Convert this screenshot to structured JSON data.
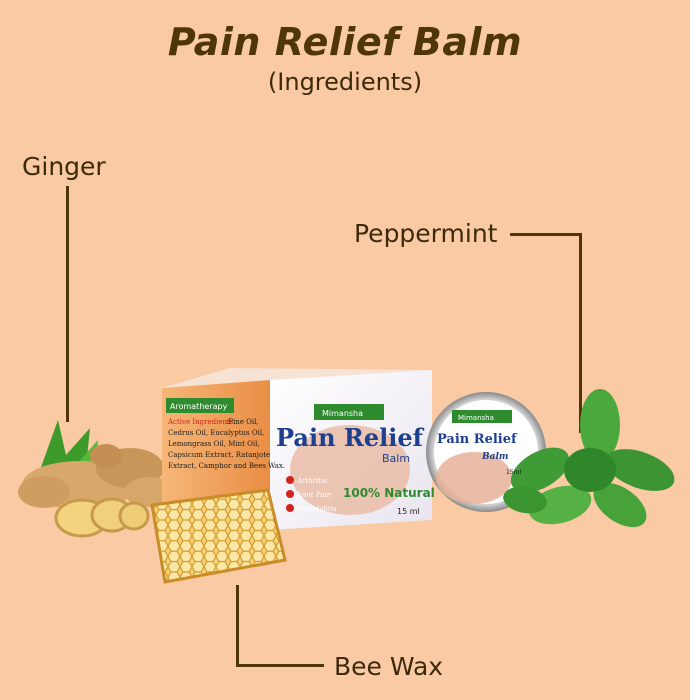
{
  "header": {
    "title": "Pain Relief Balm",
    "subtitle": "(Ingredients)"
  },
  "ingredients": {
    "ginger": "Ginger",
    "peppermint": "Peppermint",
    "bee_wax": "Bee Wax"
  },
  "product_box": {
    "brand": "Mimansha",
    "tag": "Aromatherapy",
    "name": "Pain Relief",
    "type": "Balm",
    "claim": "100% Natural",
    "volume": "15 ml",
    "ingredients_heading": "Active Ingredients",
    "ingredients_lines": [
      ":Pine Oil,",
      "Cedrus Oil, Eucalyptus Oil,",
      "Lemongrass Oil, Mint Oil,",
      "Capsicum Extract, Ratanjote",
      "Extract, Camphor and Bees Wax."
    ],
    "bullets": [
      "Arthritis",
      "Joint Pain",
      "Spondylitis"
    ]
  },
  "tin": {
    "brand": "Mimansha",
    "name": "Pain Relief",
    "type": "Balm",
    "volume": "15ml"
  },
  "colors": {
    "background": "#f9caa3",
    "title": "#4e3608",
    "line": "#4e3608",
    "brand_green": "#2e8b2e",
    "product_blue": "#1d3f8f",
    "box_orange": "#f0a05a"
  }
}
